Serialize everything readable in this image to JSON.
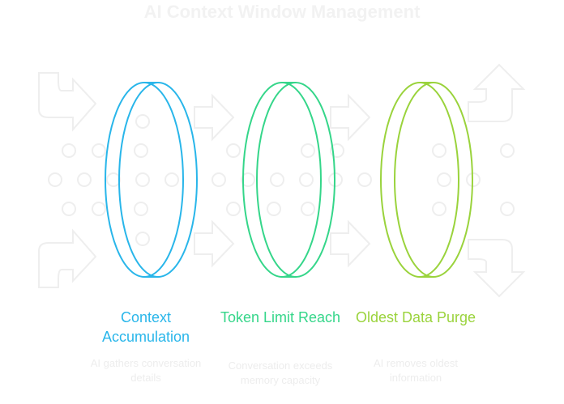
{
  "title": "AI Context Window Management",
  "colors": {
    "decor": "#eeeeee",
    "stage1": "#29b6ea",
    "stage2": "#35d68a",
    "stage3": "#9ad33c"
  },
  "icons": [
    "curved-arrow-right-icon",
    "curved-arrow-up-icon",
    "curved-arrow-down-icon",
    "arrow-right-icon",
    "dot-grid-icon",
    "ring-icon"
  ],
  "stages": [
    {
      "label": "Context Accumulation",
      "description": "AI gathers conversation details"
    },
    {
      "label": "Token Limit Reach",
      "description": "Conversation exceeds memory capacity"
    },
    {
      "label": "Oldest Data Purge",
      "description": "AI removes oldest information"
    }
  ]
}
